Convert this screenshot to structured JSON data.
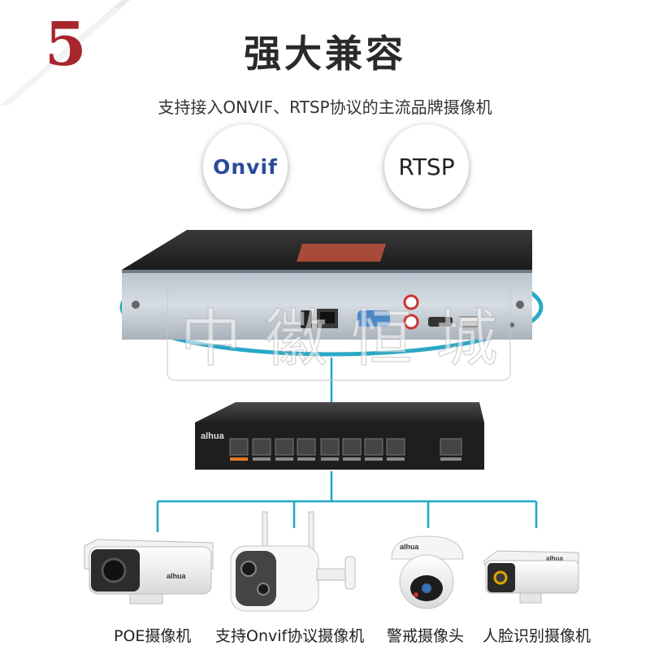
{
  "header": {
    "step_number": "5",
    "title": "强大兼容",
    "subtitle": "支持接入ONVIF、RTSP协议的主流品牌摄像机"
  },
  "badges": {
    "onvif": "Onvif",
    "rtsp": "RTSP"
  },
  "watermark": [
    "中",
    "徽",
    "恒",
    "城"
  ],
  "devices": {
    "nvr_brand_label": "",
    "switch_brand": "alhua",
    "cameras": [
      {
        "label": "POE摄像机",
        "brand": "alhua"
      },
      {
        "label": "支持Onvif协议摄像机",
        "brand": ""
      },
      {
        "label": "警戒摄像头",
        "brand": "alhua"
      },
      {
        "label": "人脸识别摄像机",
        "brand": "alhua"
      }
    ]
  },
  "colors": {
    "accent_red": "#a8262d",
    "cable_teal": "#1fa6c7"
  }
}
